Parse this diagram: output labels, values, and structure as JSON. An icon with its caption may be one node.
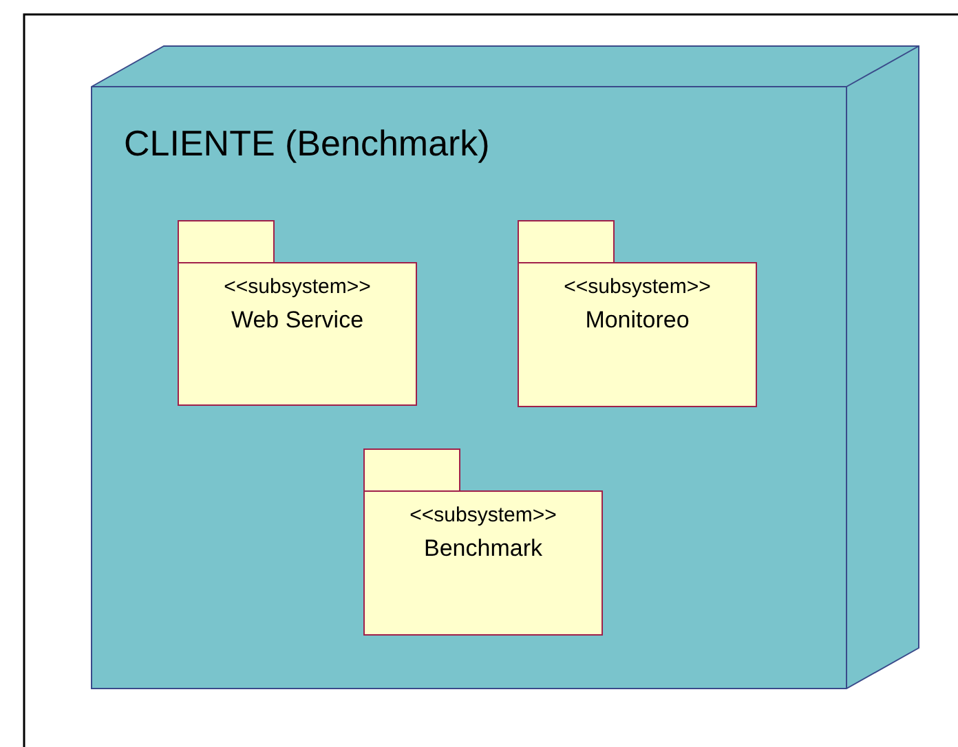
{
  "diagram": {
    "nodes": [
      {
        "text": [
          "CLIENTE (Benchmark)"
        ]
      },
      {
        "text": [
          "<<subsystem>>",
          "Web Service"
        ],
        "in": 0
      },
      {
        "text": [
          "<<subsystem>>",
          "Monitoreo"
        ],
        "in": 0
      },
      {
        "text": [
          "<<subsystem>>",
          "Benchmark"
        ],
        "in": 0
      }
    ]
  }
}
